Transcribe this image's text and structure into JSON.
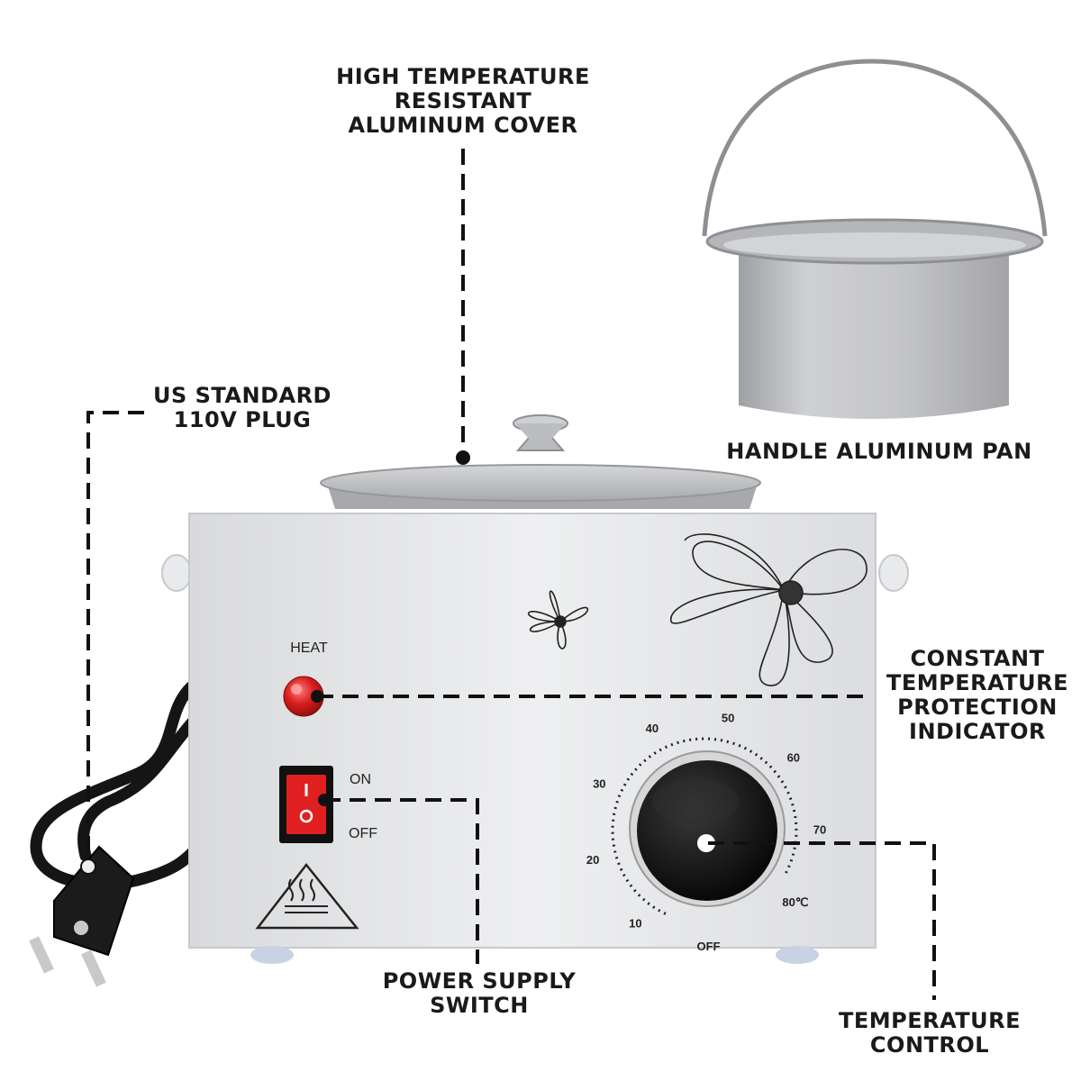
{
  "callouts": {
    "cover": [
      "HIGH TEMPERATURE",
      "RESISTANT",
      "ALUMINUM COVER"
    ],
    "plug": [
      "US STANDARD",
      "110V PLUG"
    ],
    "pan": [
      "HANDLE ALUMINUM PAN"
    ],
    "indicator": [
      "CONSTANT",
      "TEMPERATURE",
      "PROTECTION",
      "INDICATOR"
    ],
    "switch": [
      "POWER SUPPLY",
      "SWITCH"
    ],
    "temperature": [
      "TEMPERATURE",
      "CONTROL"
    ]
  },
  "device": {
    "heat_label": "HEAT",
    "on_label": "ON",
    "off_label": "OFF",
    "dial_ticks": [
      "OFF",
      "10",
      "20",
      "30",
      "40",
      "50",
      "60",
      "70",
      "80℃"
    ]
  },
  "colors": {
    "body": "#e6e7e9",
    "aluminum": "#c2c3c5",
    "indicator_light": "#d81e1e",
    "switch_red": "#e02020",
    "knob": "#111111",
    "cord": "#151515"
  },
  "icons": [
    "heat-warning-icon"
  ]
}
